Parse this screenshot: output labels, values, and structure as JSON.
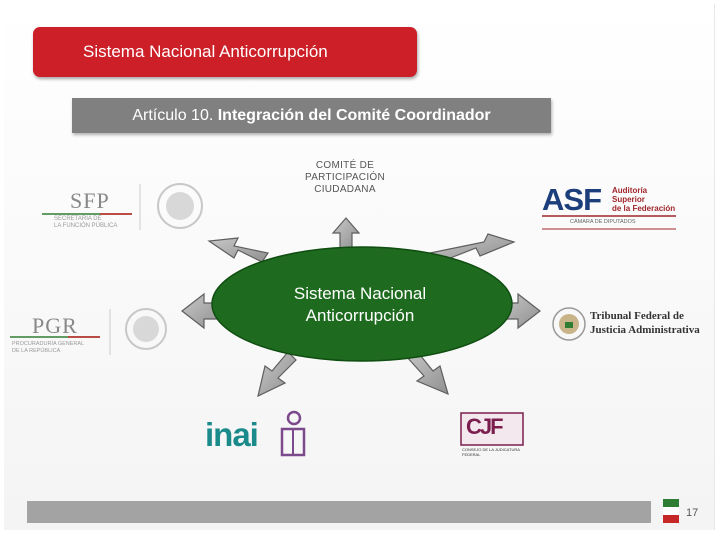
{
  "title": "Sistema Nacional Anticorrupción",
  "subtitle": {
    "prefix": "Artículo 10. ",
    "bold": "Integración del Comité Coordinador"
  },
  "committee_label": "COMITÉ DE PARTICIPACIÓN CIUDADANA",
  "center": {
    "line1": "Sistema Nacional",
    "line2": "Anticorrupción"
  },
  "logos": {
    "sfp": {
      "name": "SFP",
      "subtitle_line1": "SECRETARÍA DE",
      "subtitle_line2": "LA FUNCIÓN PÚBLICA"
    },
    "pgr": {
      "name": "PGR",
      "subtitle_line1": "PROCURADURÍA GENERAL",
      "subtitle_line2": "DE LA REPÚBLICA"
    },
    "asf": {
      "name": "ASF",
      "line1": "Auditoría",
      "line2": "Superior",
      "line3": "de la Federación",
      "bottom": "CÁMARA DE DIPUTADOS"
    },
    "tfja": {
      "line1": "Tribunal Federal de",
      "line2": "Justicia Administrativa"
    },
    "inai": {
      "name": "inai"
    },
    "cjf": {
      "name": "CJF",
      "subtitle": "CONSEJO DE LA JUDICATURA FEDERAL"
    }
  },
  "page_number": "17",
  "colors": {
    "title_red": "#cc1f27",
    "subtitle_gray": "#808080",
    "ellipse_green": "#1e6b1f",
    "arrow_gray": "#a8a8a8"
  }
}
